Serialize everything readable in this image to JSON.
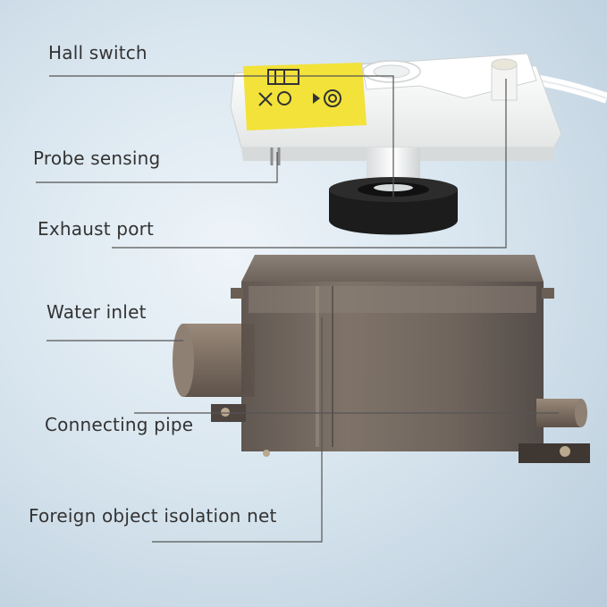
{
  "colors": {
    "background_light": "#eef4f9",
    "background_dark": "#b9ccdb",
    "label_text": "#333333",
    "leader_line": "#555555",
    "housing_white": "#f2f2f0",
    "sticker_yellow": "#f2e23a",
    "tank_brown": "#6b5f55",
    "wheel_black": "#1c1c1c"
  },
  "labels": {
    "hall_switch": "Hall switch",
    "probe_sensing": "Probe sensing",
    "exhaust_port": "Exhaust port",
    "water_inlet": "Water inlet",
    "connecting_pipe": "Connecting pipe",
    "foreign_object_isolation_net": "Foreign object isolation net"
  }
}
